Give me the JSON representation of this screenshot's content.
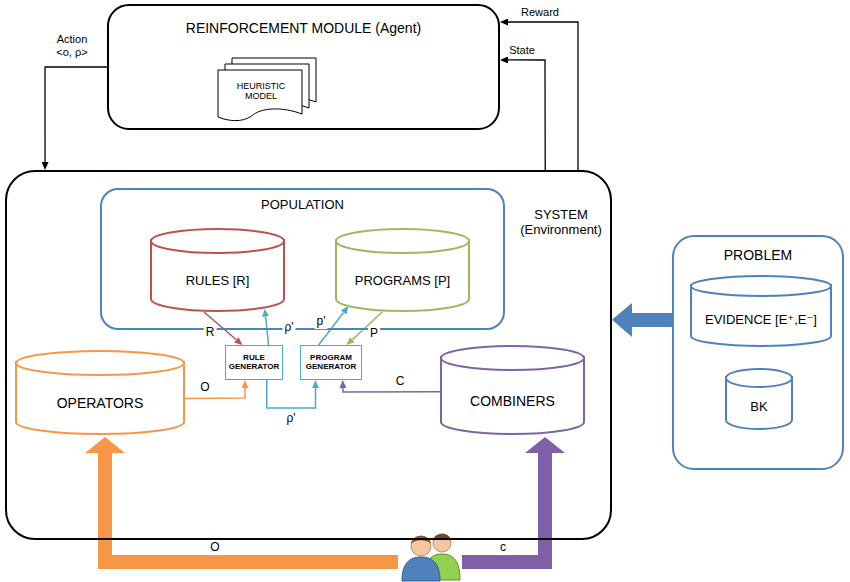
{
  "diagram": {
    "nodes": [
      {
        "text": [
          "REINFORCEMENT MODULE (Agent)"
        ]
      },
      {
        "text": [
          "HEURISTIC MODEL"
        ],
        "in": 0
      },
      {
        "text": [
          "SYSTEM (Environment)"
        ]
      },
      {
        "text": [
          "POPULATION"
        ],
        "in": 2
      },
      {
        "text": [
          "RULES [R]"
        ],
        "in": 3
      },
      {
        "text": [
          "PROGRAMS [P]"
        ],
        "in": 3
      },
      {
        "text": [
          "RULE GENERATOR"
        ],
        "in": 2
      },
      {
        "text": [
          "PROGRAM GENERATOR"
        ],
        "in": 2
      },
      {
        "text": [
          "OPERATORS"
        ],
        "in": 2
      },
      {
        "text": [
          "COMBINERS"
        ],
        "in": 2
      },
      {
        "text": [
          "PROBLEM"
        ]
      },
      {
        "text": [
          "EVIDENCE [E⁺,E⁻]"
        ],
        "in": 10
      },
      {
        "text": [
          "BK"
        ],
        "in": 10
      }
    ],
    "edges": [
      {
        "from": 2,
        "to": 0,
        "label": "Reward",
        "arrow": "to"
      },
      {
        "from": 2,
        "to": 0,
        "label": "State",
        "arrow": "to"
      },
      {
        "from": 0,
        "to": 2,
        "label": "Action <o, ρ>",
        "arrow": "to"
      },
      {
        "from": 4,
        "to": 6,
        "label": "R",
        "arrow": "to"
      },
      {
        "from": 6,
        "to": 4,
        "label": "ρ'",
        "arrow": "to"
      },
      {
        "from": 6,
        "to": 7,
        "label": "ρ'",
        "arrow": "to"
      },
      {
        "from": 7,
        "to": 5,
        "label": "p'",
        "arrow": "to"
      },
      {
        "from": 5,
        "to": 7,
        "label": "P",
        "arrow": "to"
      },
      {
        "from": 8,
        "to": 6,
        "label": "O",
        "arrow": "to"
      },
      {
        "from": 9,
        "to": 7,
        "label": "C",
        "arrow": "to"
      },
      {
        "from": 10,
        "to": 2,
        "arrow": "to"
      }
    ],
    "labels": [
      "O",
      "c"
    ]
  }
}
